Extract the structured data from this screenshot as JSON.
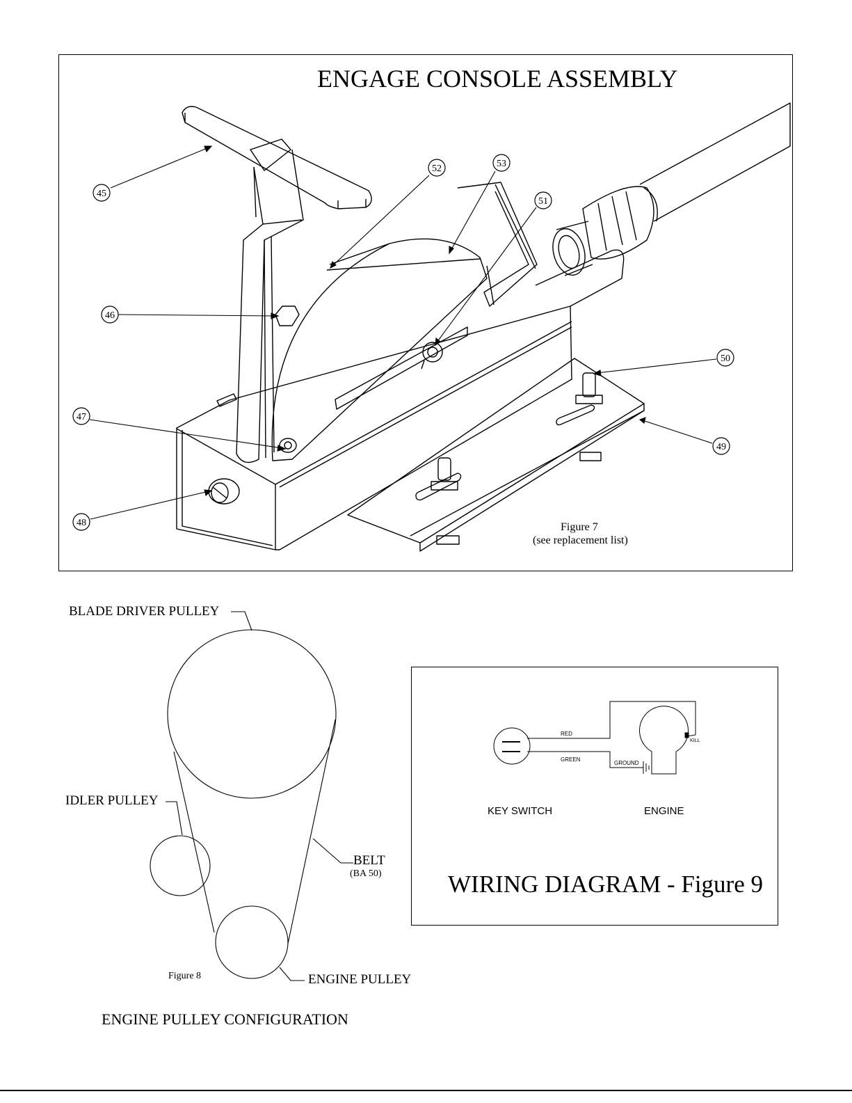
{
  "figure7": {
    "title": "ENGAGE CONSOLE ASSEMBLY",
    "callouts": [
      "45",
      "46",
      "47",
      "48",
      "49",
      "50",
      "51",
      "52",
      "53"
    ],
    "caption_line1": "Figure 7",
    "caption_line2": "(see replacement list)"
  },
  "figure8": {
    "blade_driver_pulley": "BLADE DRIVER PULLEY",
    "idler_pulley": "IDLER PULLEY",
    "belt": "BELT",
    "belt_part": "(BA 50)",
    "engine_pulley": "ENGINE PULLEY",
    "figure_label": "Figure 8",
    "title": "ENGINE PULLEY CONFIGURATION"
  },
  "figure9": {
    "wire_red": "RED",
    "wire_green": "GREEN",
    "ground": "GROUND",
    "kill": "KILL",
    "key_switch": "KEY SWITCH",
    "engine": "ENGINE",
    "title": "WIRING DIAGRAM - Figure 9"
  }
}
